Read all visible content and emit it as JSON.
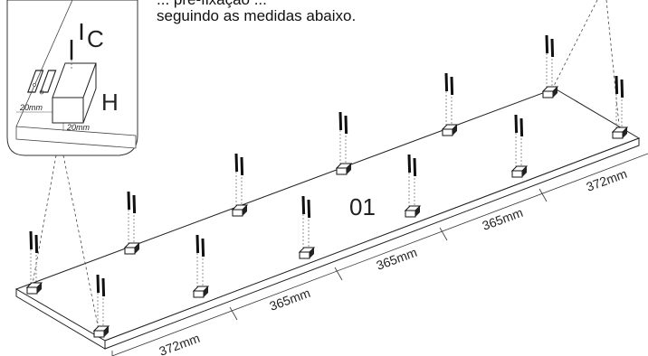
{
  "instruction": {
    "line1": "... pré-fixação ...",
    "line2": "seguindo as medidas abaixo."
  },
  "part_number": "01",
  "dimensions": {
    "seg1": "372mm",
    "seg2": "365mm",
    "seg3": "365mm",
    "seg4": "365mm",
    "seg5": "372mm"
  },
  "detail": {
    "label_c": "C",
    "label_h": "H",
    "edge_left": "20mm",
    "edge_front": "20mm"
  }
}
